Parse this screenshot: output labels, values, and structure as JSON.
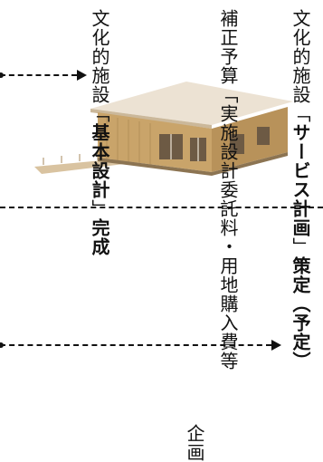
{
  "columns": {
    "col1_a": "文化的施設",
    "col1_b": "「",
    "col1_c": "サービス計画",
    "col1_d": "」",
    "col1_e": "策定（予定）",
    "col2": "補正予算「実施設計委託料・用地購入費等",
    "col3_a": "文化的施設",
    "col3_b": "「",
    "col3_c": "基本設計",
    "col3_d": "」",
    "col3_e": "完成",
    "col4": "企画"
  },
  "icons": {
    "building": "building-illustration"
  },
  "colors": {
    "ink": "#111111",
    "wood": "#c9a46a",
    "roof": "#e8dccb"
  }
}
